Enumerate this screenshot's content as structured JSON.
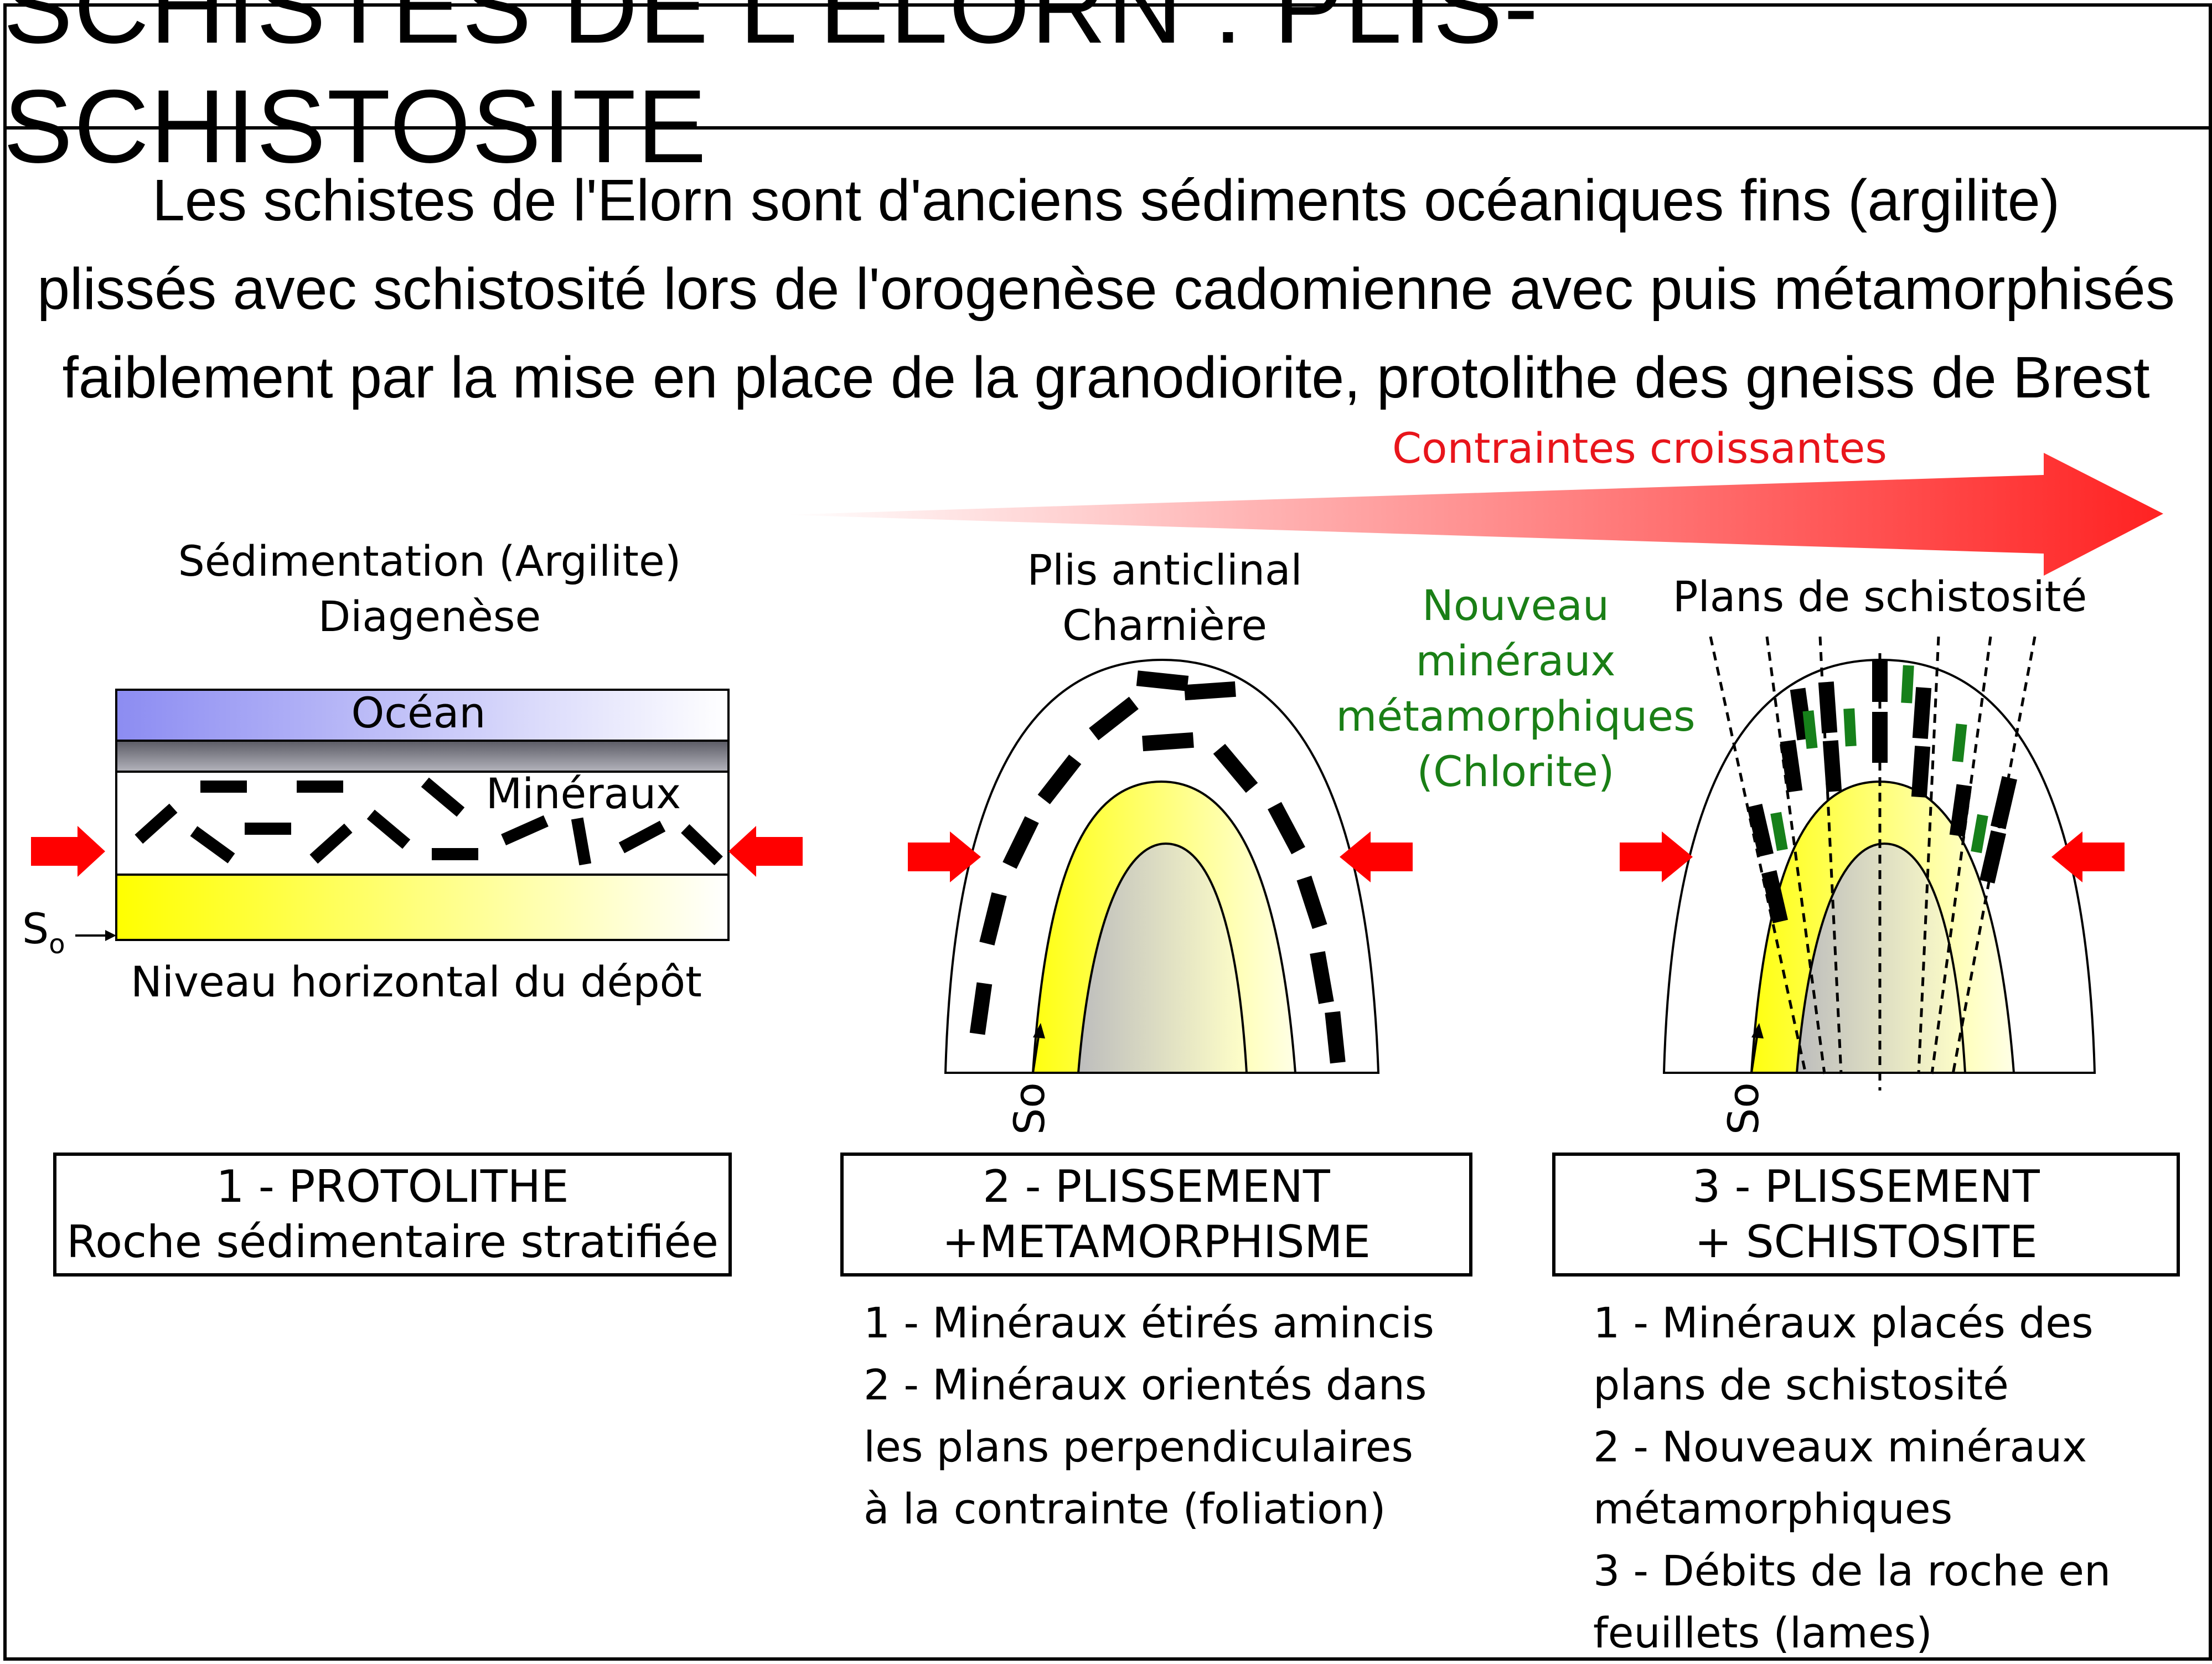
{
  "title": "SCHISTES DE L'ELORN : PLIS-SCHISTOSITE",
  "intro_lines": [
    "Les schistes de l'Elorn sont d'anciens sédiments océaniques fins (argilite)",
    "plissés avec schistosité lors de l'orogenèse cadomienne avec puis métamorphisés",
    "faiblement par la mise en place de la granodiorite, protolithe des gneiss de Brest"
  ],
  "stress_label": "Contraintes croissantes",
  "panel1": {
    "caption_lines": [
      "Sédimentation (Argilite)",
      "Diagenèse"
    ],
    "ocean": "Océan",
    "minerals": "Minéraux",
    "s_symbol": "S",
    "s_sub": "o",
    "level": "Niveau horizontal du dépôt",
    "box_lines": [
      "1 - PROTOLITHE",
      "Roche sédimentaire stratifiée"
    ]
  },
  "panel2": {
    "caption_lines": [
      "Plis anticlinal",
      "Charnière"
    ],
    "s_label": "So",
    "box_lines": [
      "2 - PLISSEMENT",
      "+METAMORPHISME"
    ],
    "steps": [
      "1 - Minéraux étirés amincis",
      "2 - Minéraux orientés dans",
      "les plans perpendiculaires",
      "à la contrainte (foliation)"
    ]
  },
  "panel3": {
    "new_minerals_lines": [
      "Nouveau",
      "minéraux",
      "métamorphiques",
      "(Chlorite)"
    ],
    "planes": "Plans de schistosité",
    "s_label": "So",
    "box_lines": [
      "3 - PLISSEMENT",
      "+ SCHISTOSITE"
    ],
    "steps": [
      "1 - Minéraux placés des",
      "plans de schistosité",
      "2 - Nouveaux minéraux",
      "métamorphiques",
      "3 - Débits de la roche en",
      "feuillets (lames)"
    ]
  },
  "colors": {
    "stress_text": "#e8151b",
    "arrow_red": "#ff0000",
    "new_minerals": "#1a7f16",
    "chlorite": "#16801a",
    "ocean": "#8c8cf2",
    "yellow": "#ffff00"
  }
}
